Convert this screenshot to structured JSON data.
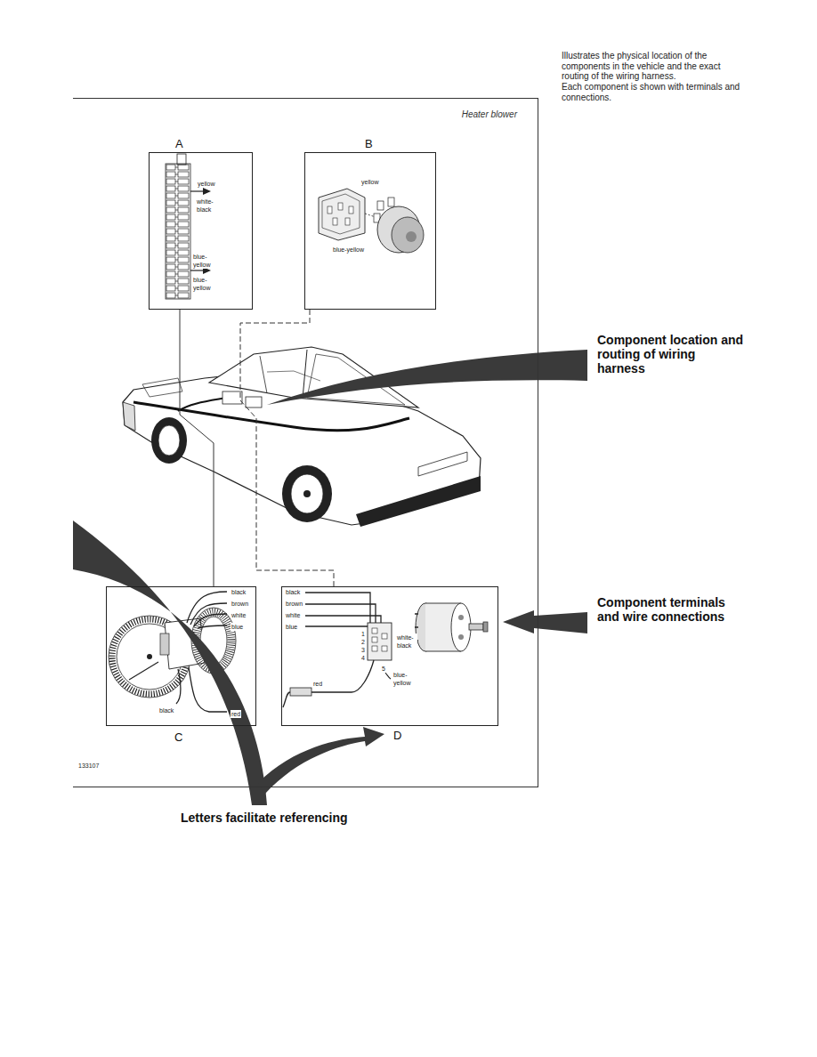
{
  "diagram": {
    "nodes": [
      {
        "text": [
          "Heater blower"
        ]
      },
      {
        "text": [
          "A",
          "yellow",
          "white-black",
          "blue-yellow",
          "blue-yellow"
        ],
        "in": 0
      },
      {
        "text": [
          "B",
          "yellow",
          "blue-yellow"
        ],
        "in": 0
      },
      {
        "text": [
          "C",
          "black",
          "brown",
          "white",
          "blue",
          "black",
          "red"
        ],
        "in": 0
      },
      {
        "text": [
          "D",
          "black",
          "brown",
          "white",
          "blue",
          "1",
          "2",
          "3",
          "4",
          "5",
          "white-black",
          "blue-yellow",
          "red"
        ],
        "in": 0
      }
    ],
    "edges": [
      {
        "from": 1,
        "to": 3,
        "arrow": "none"
      },
      {
        "from": 2,
        "to": 4,
        "arrow": "none"
      }
    ],
    "labels": [
      "Illustrates the physical location of the components in the vehicle and the exact routing of the wiring harness.",
      "Each component is shown with terminals and connections.",
      "Component location and routing of wiring harness",
      "Component terminals and wire connections",
      "Letters facilitate referencing",
      "133107"
    ]
  }
}
